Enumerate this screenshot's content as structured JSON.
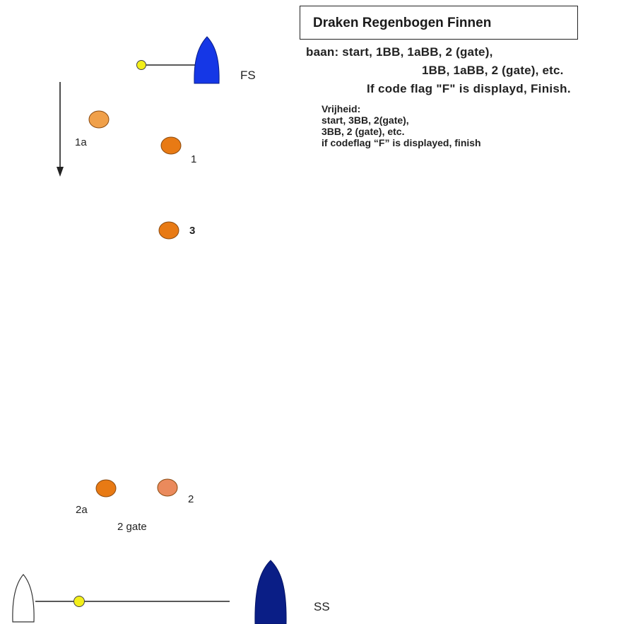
{
  "title": "Draken Regenbogen Finnen",
  "course": {
    "line1": "baan: start, 1BB, 1aBB, 2 (gate),",
    "line2": "1BB, 1aBB, 2 (gate), etc.",
    "line3": "If code flag \"F\" is displayd, Finish."
  },
  "freedom": {
    "heading": "Vrijheid:",
    "line1": "start, 3BB, 2(gate),",
    "line2": "3BB, 2 (gate), etc.",
    "line3": "if codeflag “F” is displayed, finish"
  },
  "labels": {
    "finish_ship": "FS",
    "start_ship": "SS",
    "mark_1": "1",
    "mark_1a": "1a",
    "mark_3": "3",
    "mark_2": "2",
    "mark_2a": "2a",
    "gate": "2 gate"
  },
  "colors": {
    "mark_orange": "#e87a14",
    "mark_1a": "#f0a04a",
    "mark_2": "#ea8a5c",
    "buoy_yellow": "#f3ef1a",
    "finish_boat": "#1537e6",
    "start_boat": "#0a1e86"
  }
}
